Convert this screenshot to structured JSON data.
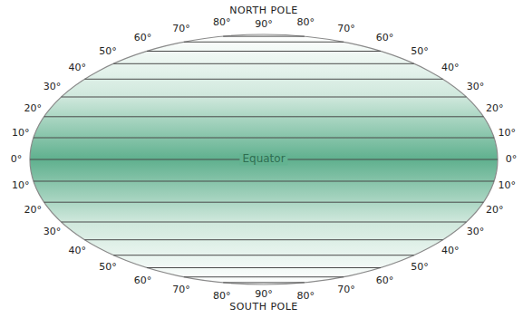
{
  "diagram": {
    "labels": [
      "NORTH POLE",
      "90°",
      "80°",
      "70°",
      "60°",
      "50°",
      "40°",
      "30°",
      "20°",
      "10°",
      "0°",
      "10°",
      "20°",
      "30°",
      "40°",
      "50°",
      "60°",
      "70°",
      "80°",
      "80°",
      "70°",
      "60°",
      "50°",
      "40°",
      "30°",
      "20°",
      "10°",
      "0°",
      "10°",
      "20°",
      "30°",
      "40°",
      "50°",
      "60°",
      "70°",
      "80°",
      "Equator",
      "90°",
      "SOUTH POLE"
    ]
  }
}
